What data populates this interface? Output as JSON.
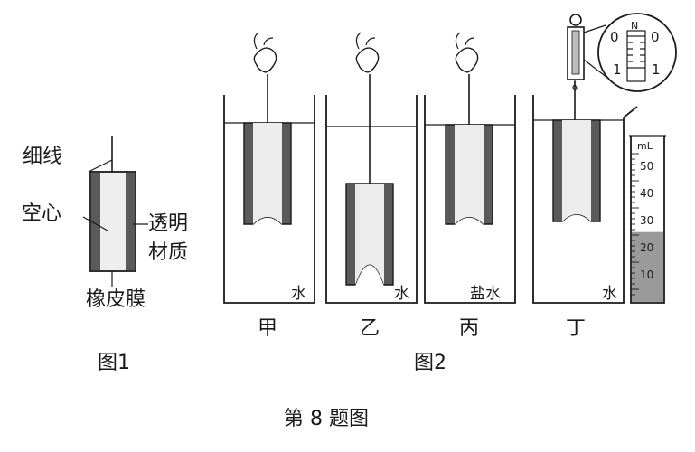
{
  "figure1": {
    "caption": "图1",
    "labels": {
      "thread": "细线",
      "hollow": "空心",
      "transparent_line1": "透明",
      "transparent_line2": "材质",
      "membrane": "橡皮膜"
    }
  },
  "figure2": {
    "caption": "图2",
    "beakers": [
      {
        "name": "甲",
        "liquid": "水"
      },
      {
        "name": "乙",
        "liquid": "水"
      },
      {
        "name": "丙",
        "liquid": "盐水"
      },
      {
        "name": "丁",
        "liquid": "水"
      }
    ],
    "spring_scale": {
      "unit": "N",
      "left_ticks": [
        "0",
        "1"
      ],
      "right_ticks": [
        "0",
        "1"
      ]
    },
    "cylinder": {
      "unit": "mL",
      "ticks": [
        "50",
        "40",
        "30",
        "20",
        "10"
      ],
      "fill_fraction": 0.42
    }
  },
  "title": "第 8 题图",
  "colors": {
    "ink": "#1a1a1a",
    "tube_wall": "#5a5a5a",
    "hollow_inner": "#e6e6e6",
    "shade": "#9a9a9a"
  }
}
